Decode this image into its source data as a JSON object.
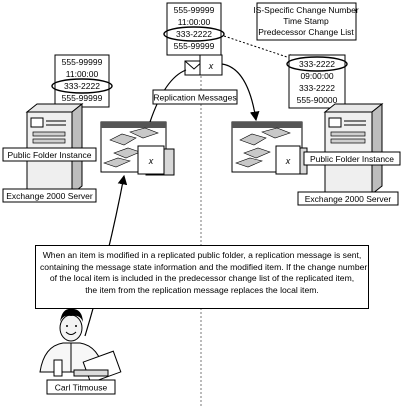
{
  "top_stack": [
    "555-99999",
    "11:00:00",
    "333-2222",
    "555-99999"
  ],
  "left_stack": [
    "555-99999",
    "11:00:00",
    "333-2222",
    "555-99999"
  ],
  "right_stack": [
    "333-2222",
    "09:00:00",
    "333-2222",
    "555-90000"
  ],
  "legend": [
    "IS-Specific Change Number",
    "Time Stamp",
    "Predecessor Change List"
  ],
  "replication_messages": "Replication Messages",
  "left_folder_label": "Public Folder Instance",
  "right_folder_label": "Public Folder Instance",
  "left_server_label": "Exchange 2000 Server",
  "right_server_label": "Exchange 2000 Server",
  "item_marker": "x",
  "envelope_marker": "x",
  "person_name": "Carl Titmouse",
  "description_lines": [
    "When an item is modified in a replicated public folder, a replication message is sent,",
    "containing the message state information and the modified item. If the change number",
    "of the local item is included in the predecessor change list of the replicated item,",
    "the item from the replication message replaces the local item."
  ]
}
